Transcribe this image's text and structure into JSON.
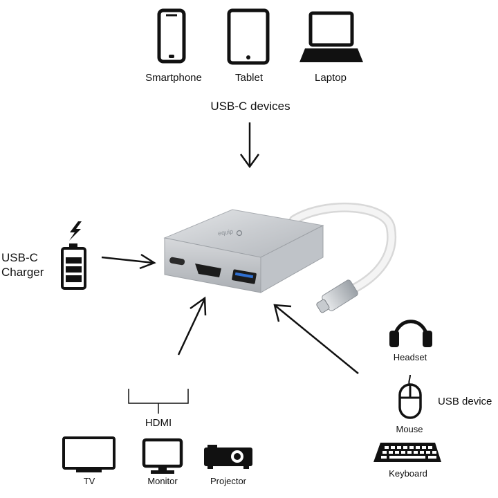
{
  "top_devices": {
    "smartphone": "Smartphone",
    "tablet": "Tablet",
    "laptop": "Laptop",
    "group_label": "USB-C devices"
  },
  "charger": {
    "line1": "USB-C",
    "line2": "Charger"
  },
  "hdmi": {
    "group_label": "HDMI",
    "tv": "TV",
    "monitor": "Monitor",
    "projector": "Projector"
  },
  "usb": {
    "group_label": "USB device",
    "headset": "Headset",
    "mouse": "Mouse",
    "keyboard": "Keyboard"
  },
  "adapter": {
    "logo_text": "equip"
  }
}
